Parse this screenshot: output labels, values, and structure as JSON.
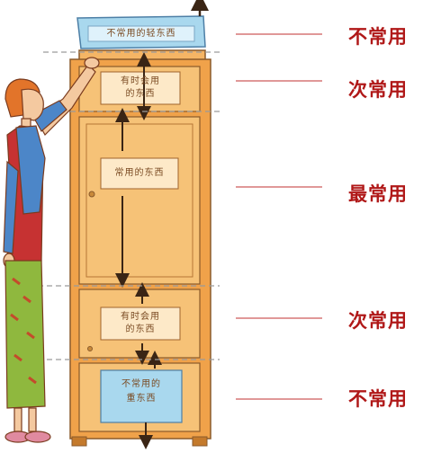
{
  "boxes": {
    "top_box": "不常用的轻东西",
    "upper_cabinet_line1": "有时会用",
    "upper_cabinet_line2": "的东西",
    "main_cabinet": "常用的东西",
    "lower_cabinet_line1": "有时会用",
    "lower_cabinet_line2": "的东西",
    "bottom_drawer_line1": "不常用的",
    "bottom_drawer_line2": "重东西"
  },
  "zones": [
    {
      "label": "不常用"
    },
    {
      "label": "次常用"
    },
    {
      "label": "最常用"
    },
    {
      "label": "次常用"
    },
    {
      "label": "不常用"
    }
  ],
  "colors": {
    "zone_label": "#b01818",
    "cabinet": "#f0a24a",
    "panel": "#f6c277",
    "box_fill": "#a9d8ee",
    "label_card": "#fde9c8",
    "divider": "#9a9a9a",
    "arrow": "#3a2515"
  },
  "icons": [
    "arrow-up-icon",
    "double-arrow-icon",
    "woman-figure"
  ]
}
